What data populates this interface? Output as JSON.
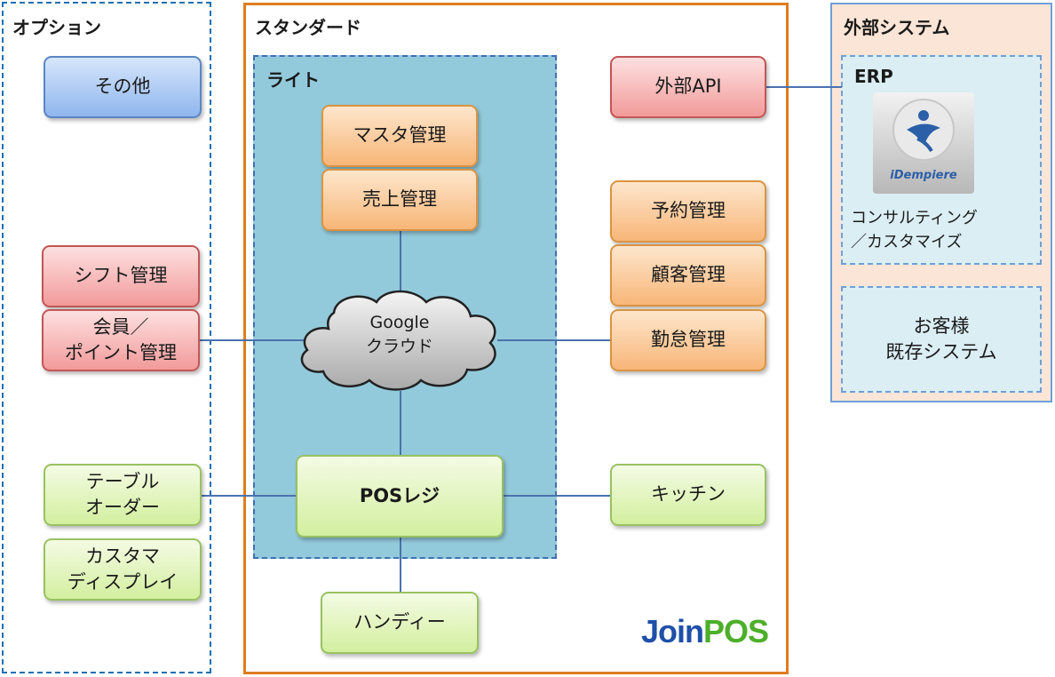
{
  "sections": {
    "option": "オプション",
    "standard": "スタンダード",
    "lite": "ライト",
    "external": "外部システム",
    "erp": "ERP"
  },
  "nodes": {
    "other": "その他",
    "shift": "シフト管理",
    "member": "会員／\nポイント管理",
    "table_order": "テーブル\nオーダー",
    "customer_display": "カスタマ\nディスプレイ",
    "master": "マスタ管理",
    "sales": "売上管理",
    "cloud": "Google\nクラウド",
    "pos": "POSレジ",
    "handy": "ハンディー",
    "api": "外部API",
    "reservation": "予約管理",
    "customer_mgmt": "顧客管理",
    "attendance": "勤怠管理",
    "kitchen": "キッチン",
    "erp_logo_text": "iDempiere",
    "consulting": "コンサルティング\n／カスタマイズ",
    "existing_system": "お客様\n既存システム"
  },
  "brand": {
    "logo": "JoinPOS",
    "colors": {
      "join": "#1f4fa8",
      "pos": "#4caf2a"
    }
  }
}
